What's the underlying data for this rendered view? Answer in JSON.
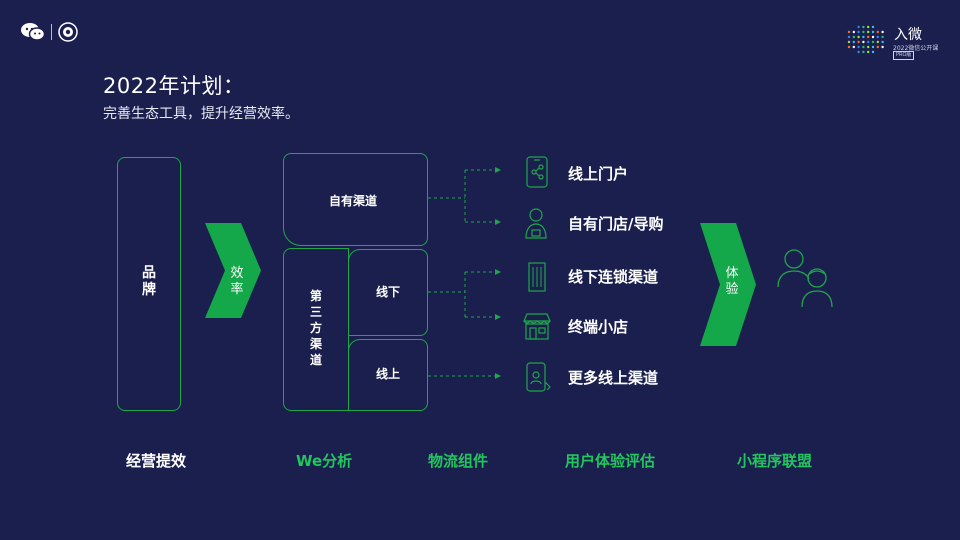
{
  "header": {
    "brand_title": "入微",
    "brand_subtitle": "2022微信公开课",
    "brand_badge": "PRO版"
  },
  "slide": {
    "title": "2022年计划：",
    "subtitle": "完善生态工具，提升经营效率。"
  },
  "diagram": {
    "brand": "品\n牌",
    "arrow1": "效\n率",
    "self_channel": "自有渠道",
    "third_party": "第\n三\n方\n渠\n道",
    "offline": "线下",
    "online": "线上",
    "arrow2": "体\n验",
    "items": [
      {
        "label": "线上门户",
        "icon": "phone-share-icon"
      },
      {
        "label": "自有门店/导购",
        "icon": "shop-assistant-icon"
      },
      {
        "label": "线下连锁渠道",
        "icon": "building-icon"
      },
      {
        "label": "终端小店",
        "icon": "storefront-icon"
      },
      {
        "label": "更多线上渠道",
        "icon": "mobile-user-icon"
      }
    ],
    "people_icon": "users-icon"
  },
  "bottom_labels": [
    {
      "label": "经营提效",
      "color": "#ffffff"
    },
    {
      "label": "We分析",
      "color": "#22c55e"
    },
    {
      "label": "物流组件",
      "color": "#22c55e"
    },
    {
      "label": "用户体验评估",
      "color": "#22c55e"
    },
    {
      "label": "小程序联盟",
      "color": "#22c55e"
    }
  ],
  "colors": {
    "background": "#1b1f4e",
    "accent_green": "#1fa64a",
    "arrow_green": "#14a84a"
  }
}
